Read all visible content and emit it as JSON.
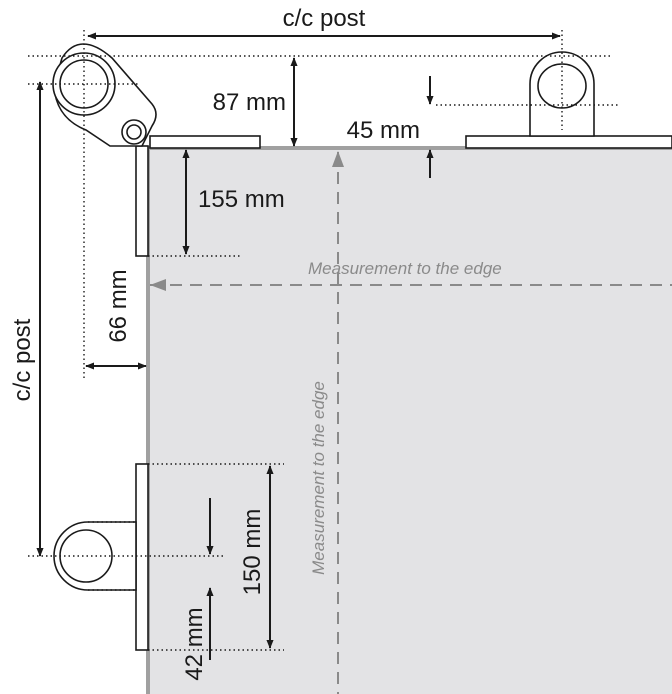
{
  "labels": {
    "cc_post_top": "c/c post",
    "cc_post_left": "c/c post",
    "dim_87": "87 mm",
    "dim_45": "45 mm",
    "dim_155": "155 mm",
    "dim_66": "66 mm",
    "dim_150": "150 mm",
    "dim_42": "42 mm",
    "edge_horizontal": "Measurement to the edge",
    "edge_vertical": "Measurement to the edge"
  },
  "colors": {
    "panel": "#e3e3e5",
    "panel_edge": "#a0a0a0",
    "line": "#1a1a1a",
    "guide": "#8a8a8a"
  }
}
